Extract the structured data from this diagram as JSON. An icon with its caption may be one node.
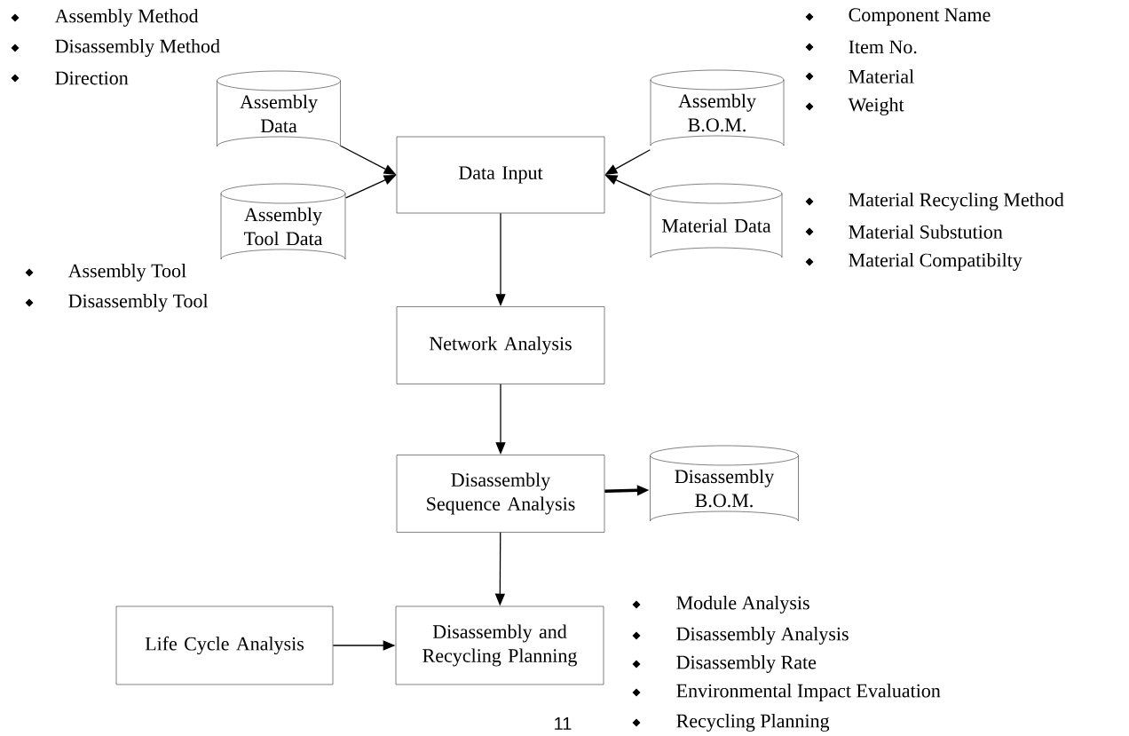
{
  "diagram": {
    "nodes": [
      {
        "text": [
          "Assembly Data"
        ]
      },
      {
        "text": [
          "Assembly Tool Data"
        ]
      },
      {
        "text": [
          "Data Input"
        ]
      },
      {
        "text": [
          "Assembly B.O.M."
        ]
      },
      {
        "text": [
          "Material Data"
        ]
      },
      {
        "text": [
          "Network Analysis"
        ]
      },
      {
        "text": [
          "Disassembly Sequence Analysis"
        ]
      },
      {
        "text": [
          "Disassembly B.O.M."
        ]
      },
      {
        "text": [
          "Life Cycle Analysis"
        ]
      },
      {
        "text": [
          "Disassembly and Recycling Planning"
        ]
      }
    ],
    "edges": [
      {
        "from": 0,
        "to": 2,
        "arrow": "to"
      },
      {
        "from": 1,
        "to": 2,
        "arrow": "to"
      },
      {
        "from": 3,
        "to": 2,
        "arrow": "to"
      },
      {
        "from": 4,
        "to": 2,
        "arrow": "to"
      },
      {
        "from": 2,
        "to": 5,
        "arrow": "to"
      },
      {
        "from": 5,
        "to": 6,
        "arrow": "to"
      },
      {
        "from": 6,
        "to": 7,
        "arrow": "to",
        "style": "thick"
      },
      {
        "from": 6,
        "to": 9,
        "arrow": "to"
      },
      {
        "from": 8,
        "to": 9,
        "arrow": "to"
      }
    ],
    "labels": [
      "Assembly Method",
      "Disassembly Method",
      "Direction",
      "Component Name",
      "Item No.",
      "Material",
      "Weight",
      "Material Recycling Method",
      "Material Substution",
      "Material Compatibilty",
      "Assembly Tool",
      "Disassembly Tool",
      "Module Analysis",
      "Disassembly Analysis",
      "Disassembly Rate",
      "Environmental Impact Evaluation",
      "Recycling Planning",
      "11"
    ]
  }
}
